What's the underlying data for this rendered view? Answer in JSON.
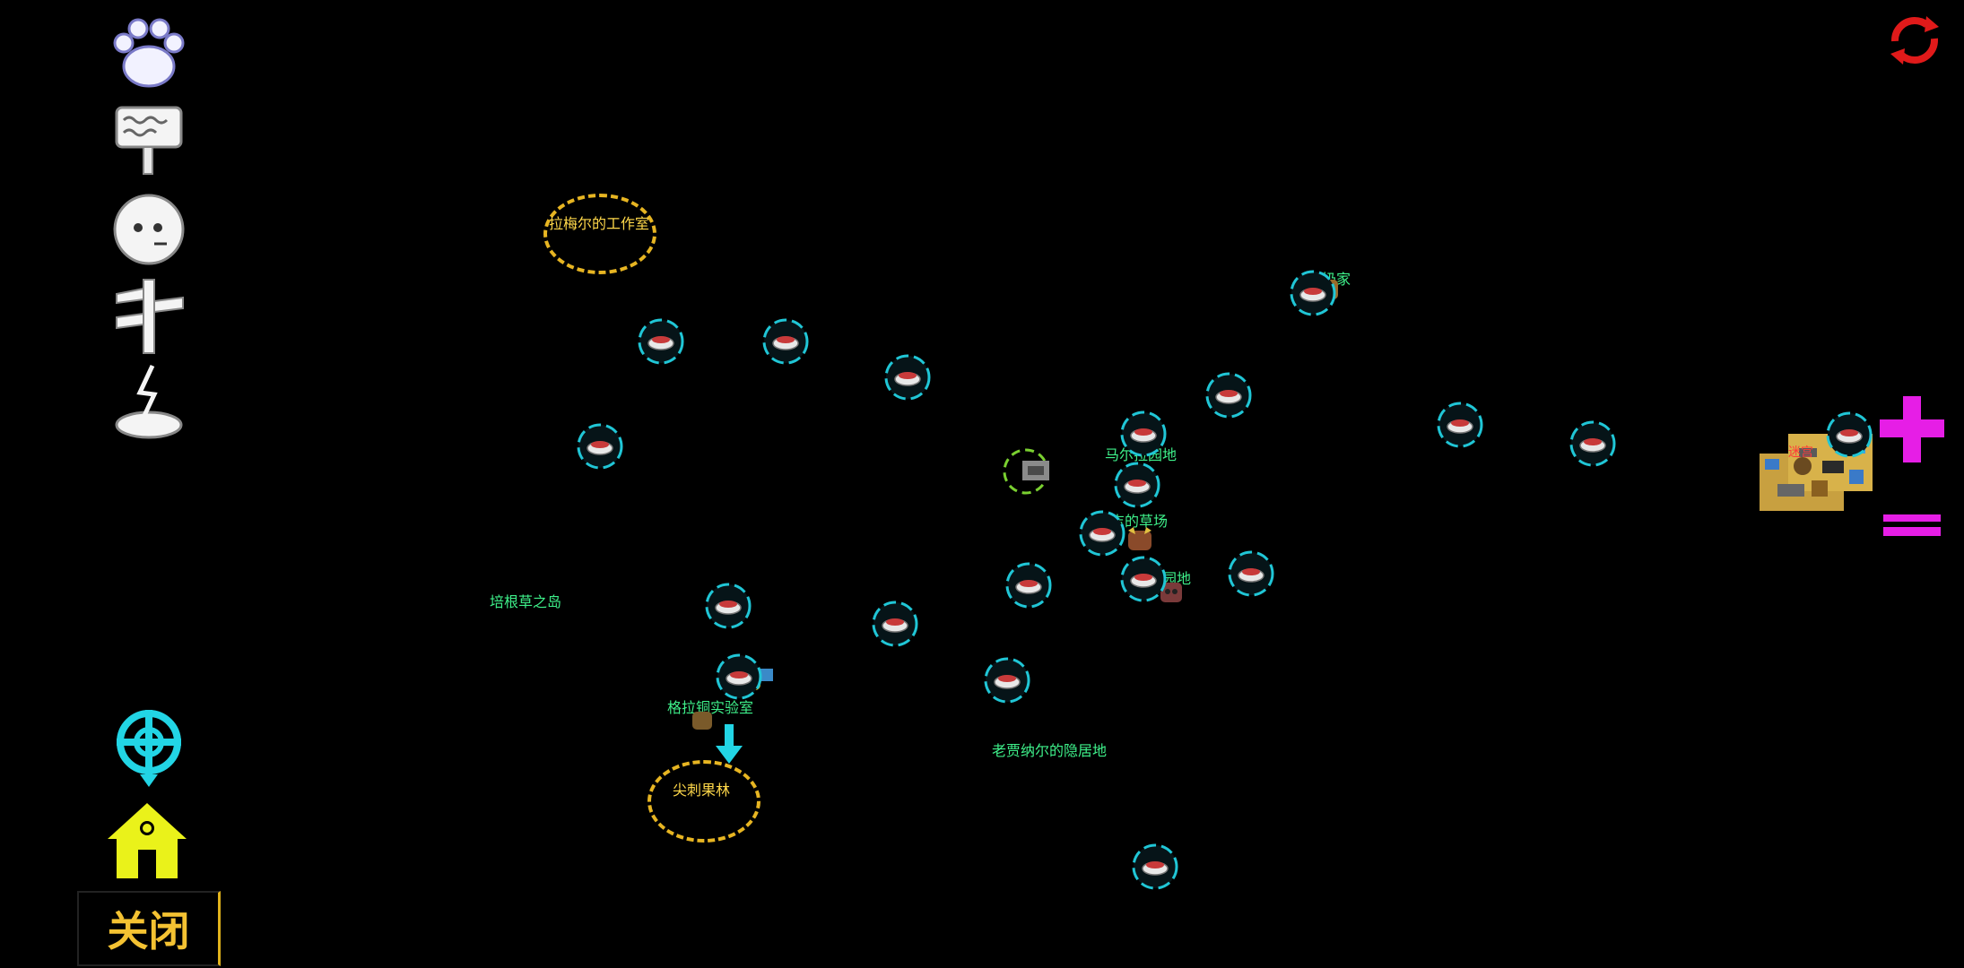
{
  "map": {
    "areas": {
      "ramel_workshop": "拉梅尔的工作室",
      "spike_fruit_forest": "尖刺果林",
      "bacon_grass_island": "培根草之岛",
      "gelatong_lab": "格拉铜实验室",
      "old_jiaer_retreat": "老贾纳尔的隐居地",
      "nainai_home": "奶奶家",
      "marla_garden": "马尔拉园地",
      "wuji_ranch": "乌吉的草场",
      "paowa_garden": "鲍瓦园地",
      "right_marker": "迷宫"
    }
  },
  "controls": {
    "close_label": "关闭"
  },
  "icons": {
    "side": [
      "paw-icon",
      "signboard-icon",
      "face-icon",
      "signpost-icon",
      "lightning-pedestal-icon"
    ],
    "bottom": [
      "crosshair-locate-icon",
      "home-icon"
    ],
    "zoom_in": "plus-icon",
    "zoom_out": "minus-icon",
    "refresh": "refresh-icon"
  },
  "colors": {
    "background": "#000000",
    "waypoint_ring": "#20c6d6",
    "label_green": "#3ef08a",
    "label_yellow": "#ffd84a",
    "zoom_magenta": "#e61ee6",
    "refresh_red": "#e01a1a",
    "home_yellow": "#eaf21a"
  }
}
